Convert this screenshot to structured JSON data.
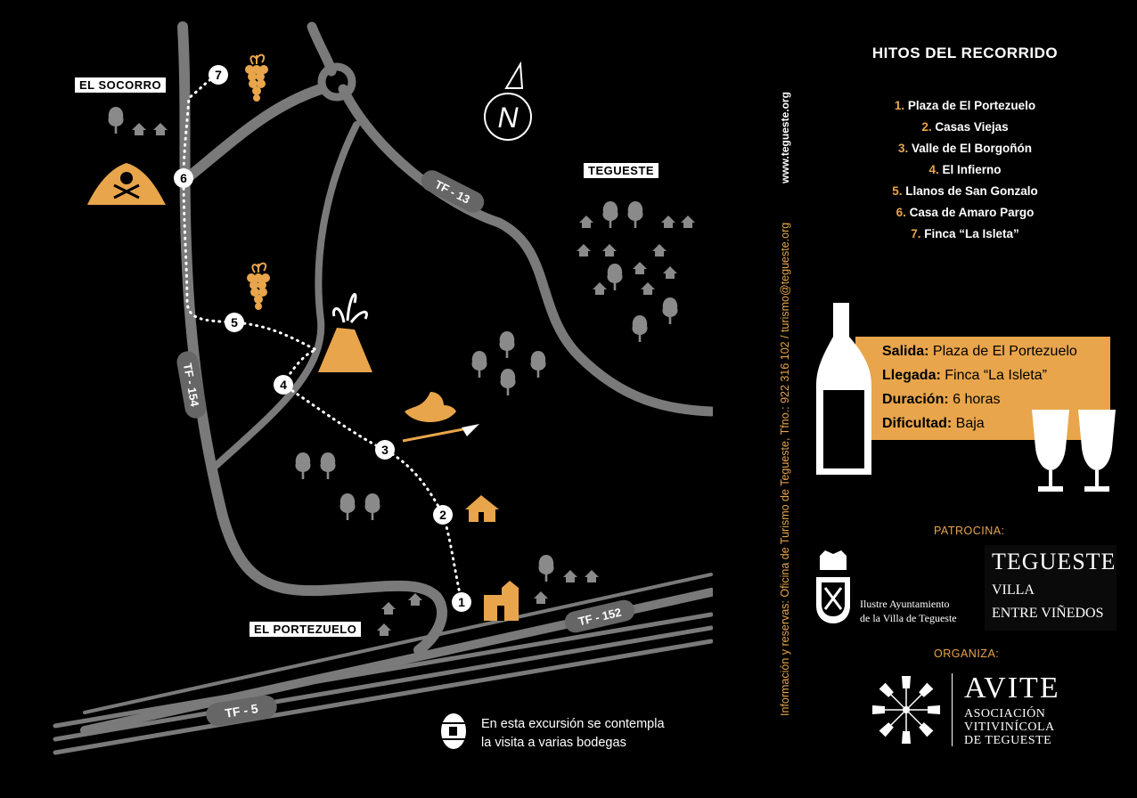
{
  "map": {
    "places": {
      "el_socorro": "EL SOCORRO",
      "tegueste": "TEGUESTE",
      "el_portezuelo": "EL PORTEZUELO"
    },
    "roads": {
      "tf13": "TF - 13",
      "tf154": "TF - 154",
      "tf152": "TF - 152",
      "tf5": "TF - 5"
    },
    "north": "N",
    "stops": [
      "1",
      "2",
      "3",
      "4",
      "5",
      "6",
      "7"
    ],
    "route_note_line1": "En esta excursión se contempla",
    "route_note_line2": "la visita a varias bodegas",
    "icons": [
      "grape-icon",
      "skull-hat-icon",
      "volcano-icon",
      "sombrero-icon",
      "house-icon",
      "church-icon",
      "tree-icon",
      "barrel-icon",
      "compass-icon",
      "wine-bottle-icon",
      "wine-glass-icon",
      "coat-of-arms-icon",
      "avite-logo-icon"
    ]
  },
  "contact": {
    "web": "www.tegueste.org",
    "info": "Información y reservas: Oficina de Turismo de Tegueste, Tfno.: 922 316 102 / turismo@tegueste.org"
  },
  "sidebar": {
    "title": "HITOS DEL RECORRIDO",
    "hitos": [
      {
        "num": "1.",
        "name": "Plaza de El Portezuelo"
      },
      {
        "num": "2.",
        "name": "Casas Viejas"
      },
      {
        "num": "3.",
        "name": "Valle de El Borgoñón"
      },
      {
        "num": "4.",
        "name": "El Infierno"
      },
      {
        "num": "5.",
        "name": "Llanos de San Gonzalo"
      },
      {
        "num": "6.",
        "name": "Casa de Amaro Pargo"
      },
      {
        "num": "7.",
        "name": "Finca “La Isleta”"
      }
    ],
    "info": {
      "salida_label": "Salida:",
      "salida": "Plaza de El Portezuelo",
      "llegada_label": "Llegada:",
      "llegada": "Finca “La Isleta”",
      "duracion_label": "Duración:",
      "duracion": "6 horas",
      "dificultad_label": "Dificultad:",
      "dificultad": "Baja"
    },
    "patrocina": "PATROCINA:",
    "ayto_line1": "Ilustre Ayuntamiento",
    "ayto_line2": "de la Villa de Tegueste",
    "teg_logo_1": "TEGUESTE",
    "teg_logo_2": "VILLA",
    "teg_logo_3": "ENTRE VIÑEDOS",
    "organiza": "ORGANIZA:",
    "avite_1": "AVITE",
    "avite_2": "ASOCIACIÓN",
    "avite_3": "VITIVINÍCOLA",
    "avite_4": "DE TEGUESTE"
  },
  "colors": {
    "accent": "#e8a54b",
    "road": "#7a7a7a",
    "background": "#000000"
  }
}
